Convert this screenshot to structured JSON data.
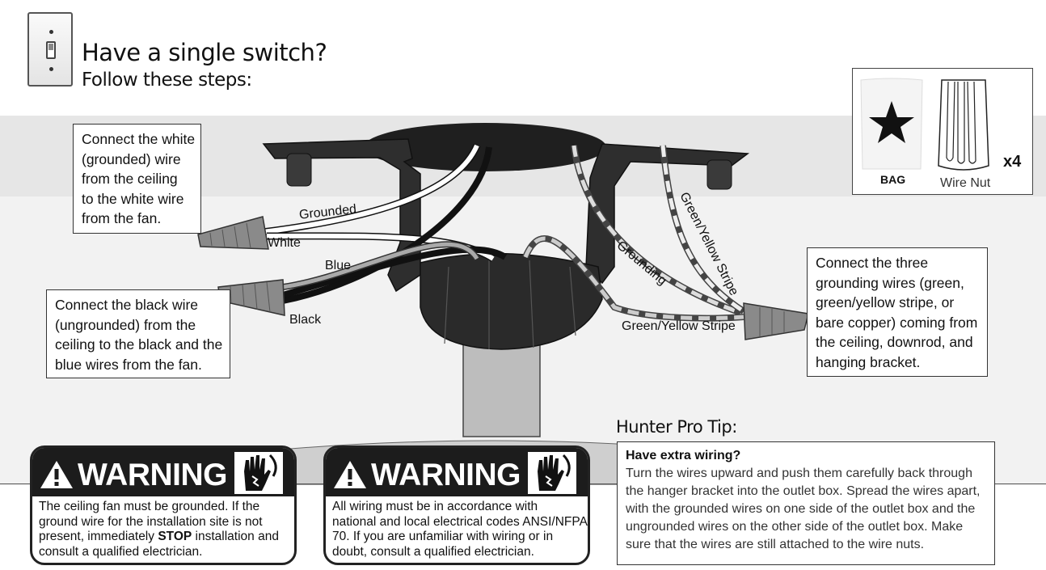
{
  "header": {
    "title": "Have a single switch?",
    "subtitle": "Follow these steps:"
  },
  "callouts": {
    "white_wire": [
      "Connect the white",
      "(grounded) wire",
      "from the ceiling",
      "to the white wire",
      "from the fan."
    ],
    "black_wire": [
      "Connect the black wire",
      "(ungrounded) from the",
      "ceiling to the black and the",
      "blue wires from the fan."
    ],
    "ground_wires": [
      "Connect the three",
      "grounding wires (green,",
      "green/yellow stripe, or",
      "bare copper) coming from",
      "the ceiling, downrod, and",
      "hanging bracket."
    ]
  },
  "wire_labels": {
    "grounded": "Grounded",
    "white": "White",
    "blue": "Blue",
    "black": "Black",
    "green_yellow_top": "Green/Yellow Stripe",
    "grounding": "Grounding",
    "green_yellow_bottom": "Green/Yellow Stripe"
  },
  "parts": {
    "bag_label": "BAG",
    "wirenut_label": "Wire Nut",
    "quantity": "x4"
  },
  "warnings": [
    {
      "title": "WARNING",
      "lines": [
        "The ceiling fan must be grounded. If the",
        "ground wire for the installation site is not"
      ],
      "line3_before": "present, immediately ",
      "line3_bold": "STOP",
      "line3_after": " installation and",
      "line4": "consult a qualified electrician."
    },
    {
      "title": "WARNING",
      "lines": [
        "All wiring must be in accordance with",
        "national and local electrical codes ANSI/NFPA",
        "70.  If you are unfamiliar with wiring or in",
        "doubt, consult a qualified electrician."
      ]
    }
  ],
  "tip": {
    "title": "Hunter Pro Tip:",
    "question": "Have extra wiring?",
    "lines": [
      "Turn the wires upward and push them carefully back through",
      "the hanger bracket into the outlet box. Spread the wires apart,",
      "with the grounded wires on one side of the outlet box and the",
      "ungrounded wires on the other side of the outlet box. Make",
      "sure that the wires are still attached to the wire nuts."
    ]
  },
  "colors": {
    "canopy": "#1f1f1f",
    "bracket": "#2b2b2b",
    "band_light": "#e6e6e6",
    "band_lighter": "#f2f2f2",
    "wire_nut": "#8a8a8a"
  }
}
